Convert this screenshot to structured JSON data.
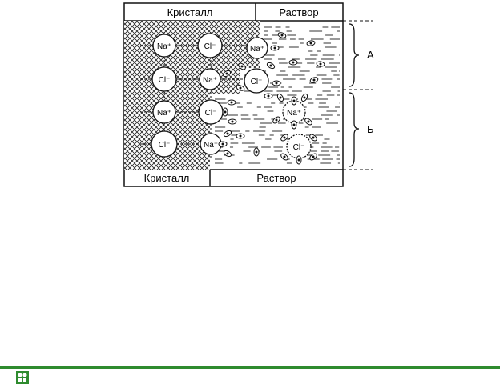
{
  "header": {
    "crystal_label": "Кристалл",
    "solution_label": "Раствор"
  },
  "footer": {
    "crystal_label": "Кристалл",
    "solution_label": "Раствор"
  },
  "crystal_ions": [
    [
      "Na⁺",
      "Cl⁻",
      "Na⁺"
    ],
    [
      "Cl⁻",
      "Na⁺",
      "Cl⁻"
    ],
    [
      "Na⁺",
      "Cl⁻"
    ],
    [
      "Cl⁻",
      "Na⁺"
    ]
  ],
  "solution_ions": [
    "Na⁺",
    "Cl⁻"
  ],
  "zones": {
    "a_label": "А",
    "b_label": "Б"
  },
  "colors": {
    "ink": "#111111",
    "brand": "#2e8b2e"
  },
  "logo_icon": "graduation-logo-icon"
}
